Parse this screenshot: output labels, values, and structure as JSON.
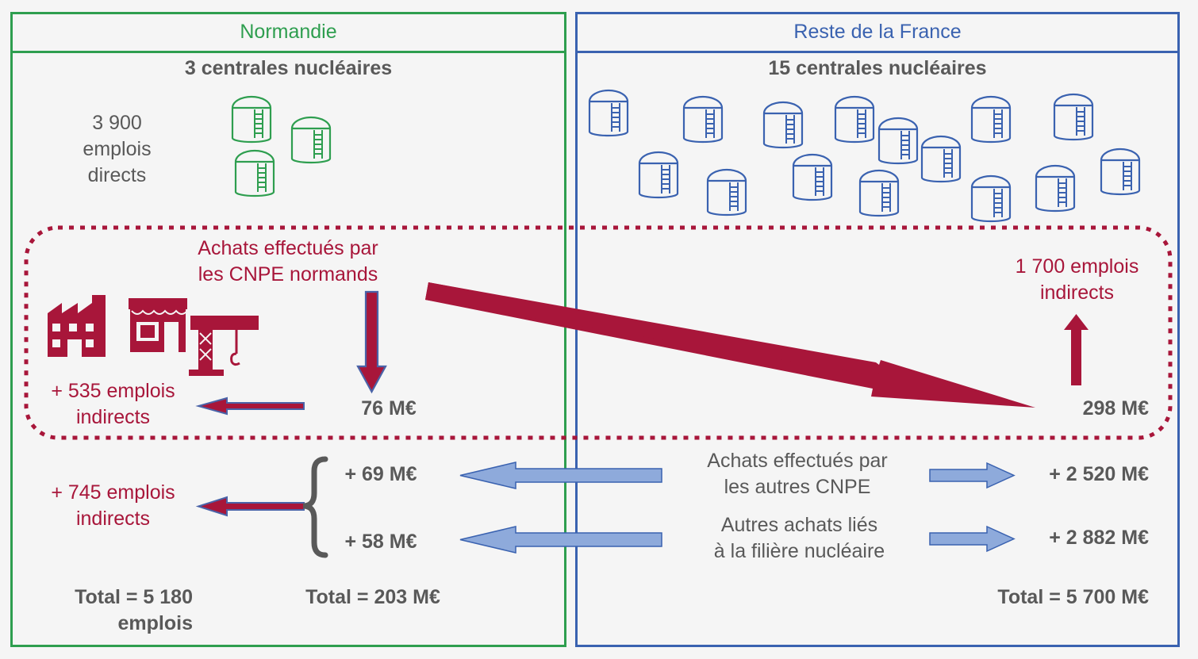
{
  "normandie": {
    "title": "Normandie",
    "plants": "3 centrales nucléaires",
    "direct_jobs": "3 900\nemplois\ndirects",
    "purchases_label": "Achats effectués par\nles CNPE normands",
    "local_jobs": "+ 535 emplois\nindirects",
    "local_amount": "76 M€",
    "other_cnpe_amount": "+ 69 M€",
    "other_nuclear_amount": "+ 58 M€",
    "other_jobs": "+ 745 emplois\nindirects",
    "total_jobs": "Total = 5 180\nemplois",
    "total_amount": "Total = 203 M€"
  },
  "france": {
    "title": "Reste de la France",
    "plants": "15 centrales nucléaires",
    "jobs": "1 700 emplois\nindirects",
    "amount": "298 M€",
    "other_cnpe_label": "Achats effectués par\nles autres CNPE",
    "other_cnpe_amount": "+ 2 520 M€",
    "other_nuclear_label": "Autres achats liés\nà la filière nucléaire",
    "other_nuclear_amount": "+ 2 882 M€",
    "total_amount": "Total = 5 700 M€"
  },
  "colors": {
    "normandie": "#2e9e4f",
    "france": "#3a62b0",
    "flow": "#a8163a",
    "arrow_light": "#8eaadb"
  },
  "icons": [
    "reactor-icon",
    "factory-icon",
    "shop-icon",
    "crane-icon",
    "brace-icon"
  ]
}
